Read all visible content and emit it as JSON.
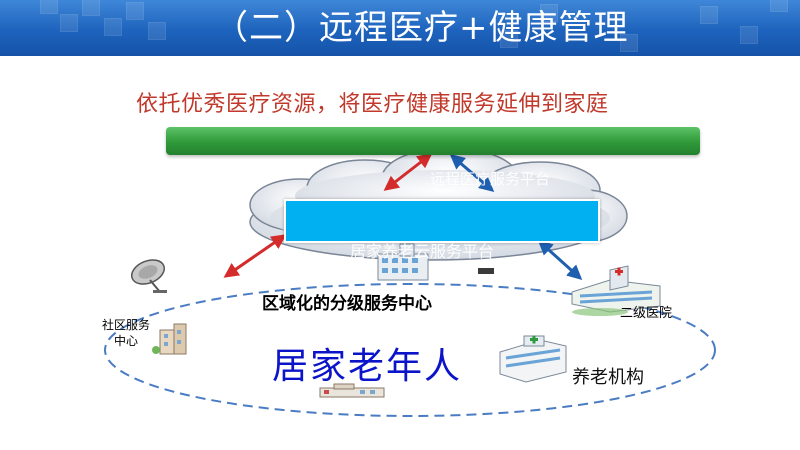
{
  "title": "（二）远程医疗+健康管理",
  "subtitle": "依托优秀医疗资源，将医疗健康服务延伸到家庭",
  "nodes": {
    "cloud_top_label": "远程医疗服务平台",
    "platform_label": "居家养老云服务平台",
    "regional_center": "区域化的分级服务中心",
    "community_center": "社区服务中心",
    "secondary_hospital": "二级医院",
    "elderly_home": "居家老年人",
    "nursing_institution": "养老机构"
  },
  "icons": [
    "satellite-dish-icon",
    "office-building-icon",
    "hospital-building-icon",
    "residential-building-icon",
    "nursing-home-icon",
    "clinic-building-icon"
  ],
  "colors": {
    "title_bar": "#1d63bd",
    "subtitle_text": "#c0392b",
    "green_bar": "#2f9a3a",
    "platform_box": "#00b0f0",
    "red_arrow": "#d42b2b",
    "blue_arrow": "#1f5fb0",
    "ellipse_dash": "#4a7cc4",
    "elderly_text": "#0b14c8"
  }
}
